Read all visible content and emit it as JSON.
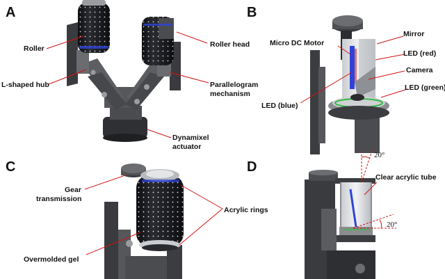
{
  "panels": {
    "a": {
      "letter": "A",
      "labels": {
        "roller": "Roller",
        "roller_head": "Roller head",
        "l_shaped_hub": "L-shaped hub",
        "parallelogram_1": "Parallelogram",
        "parallelogram_2": "mechanism",
        "dynamixel_1": "Dynamixel",
        "dynamixel_2": "actuator"
      }
    },
    "b": {
      "letter": "B",
      "labels": {
        "micro_dc_motor": "Micro DC Motor",
        "mirror": "Mirror",
        "led_red": "LED (red)",
        "camera": "Camera",
        "led_green": "LED (green)",
        "led_blue": "LED (blue)"
      }
    },
    "c": {
      "letter": "C",
      "labels": {
        "gear_1": "Gear",
        "gear_2": "transmission",
        "acrylic_rings": "Acrylic rings",
        "overmolded_gel": "Overmolded gel"
      }
    },
    "d": {
      "letter": "D",
      "labels": {
        "angle_top": "20°",
        "clear_acrylic_tube": "Clear acrylic tube",
        "angle_bottom": "20°"
      }
    }
  },
  "colors": {
    "leader": "#d21414",
    "metal_dark": "#3c3d40",
    "metal_mid": "#5c5e62",
    "metal_light": "#8a8c90",
    "roller_body": "#15161a",
    "led_blue": "#2f43d8",
    "led_green": "#38b84a",
    "led_red": "#d22222"
  }
}
